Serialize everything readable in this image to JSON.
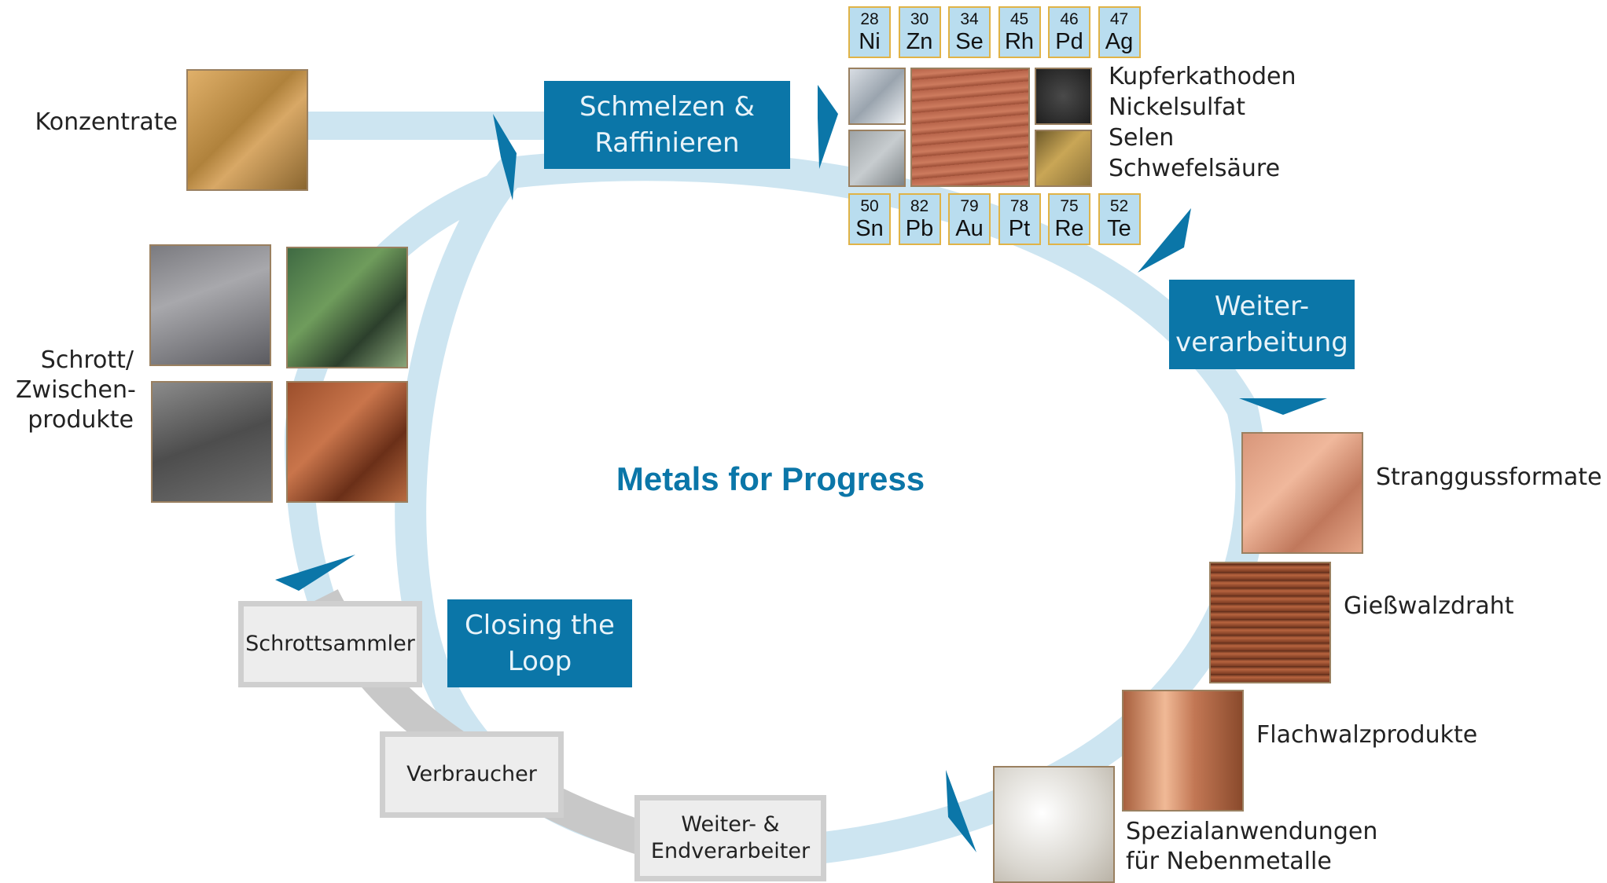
{
  "title": "Metals for Progress",
  "colors": {
    "accent_box": "#0b76a8",
    "cycle_ring": "#cde5f1",
    "loop_band": "#c8c8c8",
    "title": "#0b76a8",
    "element_fill": "#b9ddef",
    "element_border": "#e0b347"
  },
  "process_boxes": {
    "smelting": "Schmelzen &\nRaffinieren",
    "further_processing": "Weiter-\nverarbeitung",
    "closing_loop": "Closing the\nLoop"
  },
  "loop_boxes": {
    "collector": "Schrottsammler",
    "consumer": "Verbraucher",
    "processor": "Weiter- &\nEndverarbeiter"
  },
  "inputs": {
    "concentrates": "Konzentrate",
    "scrap": "Schrott/\nZwischen-\nprodukte"
  },
  "refining_products": [
    "Kupferkathoden",
    "Nickelsulfat",
    "Selen",
    "Schwefelsäure"
  ],
  "elements_top": [
    {
      "z": "28",
      "s": "Ni"
    },
    {
      "z": "30",
      "s": "Zn"
    },
    {
      "z": "34",
      "s": "Se"
    },
    {
      "z": "45",
      "s": "Rh"
    },
    {
      "z": "46",
      "s": "Pd"
    },
    {
      "z": "47",
      "s": "Ag"
    }
  ],
  "elements_bottom": [
    {
      "z": "50",
      "s": "Sn"
    },
    {
      "z": "82",
      "s": "Pb"
    },
    {
      "z": "79",
      "s": "Au"
    },
    {
      "z": "78",
      "s": "Pt"
    },
    {
      "z": "75",
      "s": "Re"
    },
    {
      "z": "52",
      "s": "Te"
    }
  ],
  "product_labels": {
    "continuous_cast": "Stranggussformate",
    "rod": "Gießwalzdraht",
    "flat_rolled": "Flachwalzprodukte",
    "special": "Spezialanwendungen\nfür Nebenmetalle"
  }
}
